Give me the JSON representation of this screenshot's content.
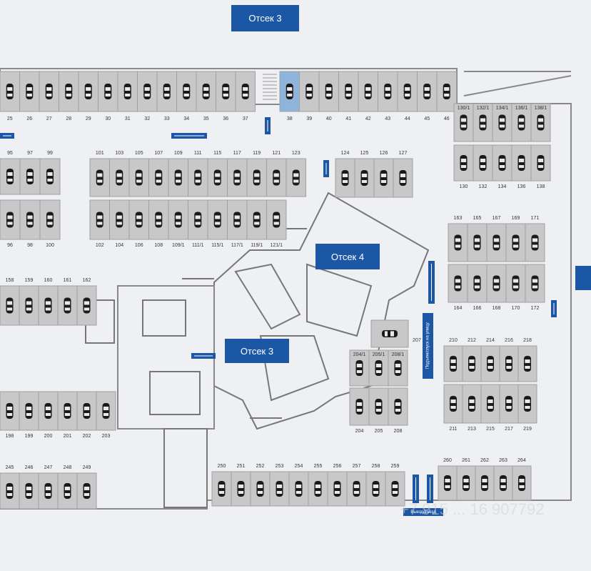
{
  "labels": {
    "zone_top": "Отсек 3",
    "zone_center_4": "Отсек 4",
    "zone_center_3": "Отсек 3",
    "vertical_sign": "Подъем/спуск на улицу",
    "exit_sign": "Выезд/въезд"
  },
  "watermark": "+7 915 ... 16 907792",
  "rows": [
    {
      "nums": [
        "25",
        "26",
        "27",
        "28",
        "29",
        "30",
        "31",
        "32",
        "33",
        "34",
        "35",
        "36",
        "37"
      ]
    },
    {
      "nums": [
        "38",
        "39",
        "40",
        "41",
        "42",
        "43",
        "44",
        "45",
        "46"
      ]
    },
    {
      "nums": [
        "95",
        "97",
        "99"
      ]
    },
    {
      "nums": [
        "96",
        "98",
        "100"
      ]
    },
    {
      "nums": [
        "101",
        "103",
        "105",
        "107",
        "109",
        "111",
        "115",
        "117",
        "119",
        "121",
        "123"
      ]
    },
    {
      "nums": [
        "102",
        "104",
        "106",
        "108",
        "109/1",
        "111/1",
        "115/1",
        "117/1",
        "119/1",
        "121/1"
      ]
    },
    {
      "nums": [
        "124",
        "125",
        "126",
        "127"
      ]
    },
    {
      "nums": [
        "130/1",
        "132/1",
        "134/1",
        "136/1",
        "138/1"
      ]
    },
    {
      "nums": [
        "130",
        "132",
        "134",
        "136",
        "138"
      ]
    },
    {
      "nums": [
        "163",
        "165",
        "167",
        "169",
        "171"
      ]
    },
    {
      "nums": [
        "164",
        "166",
        "168",
        "170",
        "172"
      ]
    },
    {
      "nums": [
        "158",
        "159",
        "160",
        "161",
        "162"
      ]
    },
    {
      "nums": [
        "207"
      ]
    },
    {
      "nums": [
        "204/1",
        "205/1",
        "208/1"
      ]
    },
    {
      "nums": [
        "204",
        "205",
        "208"
      ]
    },
    {
      "nums": [
        "210",
        "212",
        "214",
        "216",
        "218"
      ]
    },
    {
      "nums": [
        "211",
        "213",
        "215",
        "217",
        "219"
      ]
    },
    {
      "nums": [
        "198",
        "199",
        "200",
        "201",
        "202",
        "203"
      ]
    },
    {
      "nums": [
        "245",
        "246",
        "247",
        "248",
        "249"
      ]
    },
    {
      "nums": [
        "250",
        "251",
        "252",
        "253",
        "254",
        "255",
        "256",
        "257",
        "258",
        "259"
      ]
    },
    {
      "nums": [
        "260",
        "261",
        "262",
        "263",
        "264"
      ]
    }
  ]
}
